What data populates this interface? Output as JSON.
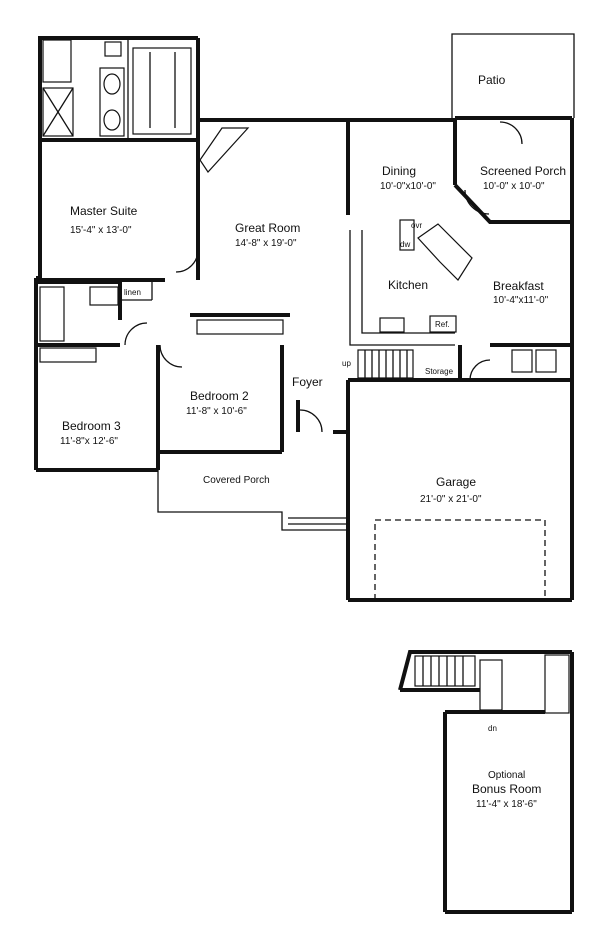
{
  "rooms": {
    "patio": {
      "name": "Patio"
    },
    "master_suite": {
      "name": "Master Suite",
      "dims": "15'-4\" x 13'-0\""
    },
    "great_room": {
      "name": "Great Room",
      "dims": "14'-8\" x 19'-0\""
    },
    "dining": {
      "name": "Dining",
      "dims": "10'-0\"x10'-0\""
    },
    "screened_porch": {
      "name": "Screened Porch",
      "dims": "10'-0\" x 10'-0\""
    },
    "kitchen": {
      "name": "Kitchen"
    },
    "breakfast": {
      "name": "Breakfast",
      "dims": "10'-4\"x11'-0\""
    },
    "bedroom2": {
      "name": "Bedroom 2",
      "dims": "11'-8\" x 10'-6\""
    },
    "bedroom3": {
      "name": "Bedroom 3",
      "dims": "11'-8\"x 12'-6\""
    },
    "foyer": {
      "name": "Foyer"
    },
    "covered_porch": {
      "name": "Covered Porch"
    },
    "garage": {
      "name": "Garage",
      "dims": "21'-0\" x 21'-0\""
    },
    "bonus_room": {
      "name": "Optional",
      "name2": "Bonus Room",
      "dims": "11'-4\" x 18'-6\""
    }
  },
  "fixtures": {
    "linen": "linen",
    "dw": "dw",
    "ref": "Ref.",
    "up": "up",
    "storage": "Storage",
    "dn": "dn",
    "oven": "ovr"
  }
}
